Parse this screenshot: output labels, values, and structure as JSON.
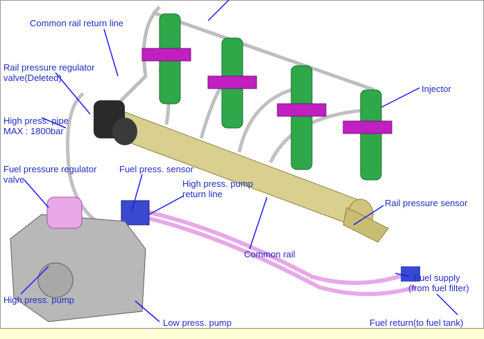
{
  "labels": {
    "common_rail_return_line": "Common rail return line",
    "rail_pressure_regulator_1": "Rail pressure regulator",
    "rail_pressure_regulator_2": "valve(Deleted)",
    "high_press_pipe_1": "High press. pipe",
    "high_press_pipe_2": "MAX : 1800bar",
    "fuel_pressure_regulator_1": "Fuel pressure regulator",
    "fuel_pressure_regulator_2": "valve",
    "fuel_press_sensor": "Fuel press. sensor",
    "high_press_pump_return_1": "High press. pump",
    "high_press_pump_return_2": "return line",
    "injector": "Injector",
    "rail_pressure_sensor": "Rail pressure sensor",
    "common_rail": "Common rail",
    "fuel_supply_1": "Fuel supply",
    "fuel_supply_2": "(from fuel filter)",
    "high_press_pump": "High press. pump",
    "low_press_pump": "Low press. pump",
    "fuel_return": "Fuel return(to fuel tank)"
  },
  "colors": {
    "label": "#1f2cc0",
    "arrow": "#1a1aff",
    "injector": "#2fa84a",
    "clamp": "#c020c0",
    "rail": "#d9cf8e",
    "pipe": "#c8c8c8",
    "fuel_line": "#e8a8e8",
    "pump": "#b8b8b8"
  }
}
